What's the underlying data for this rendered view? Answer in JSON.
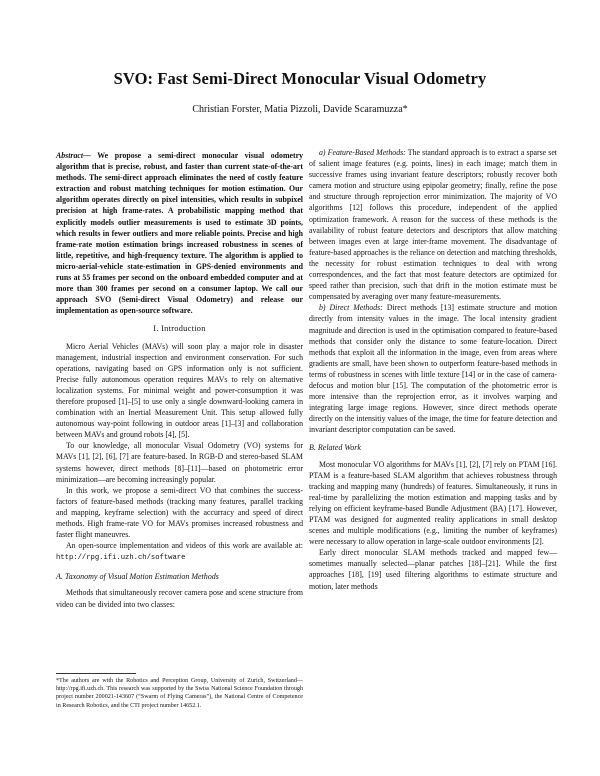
{
  "title": "SVO: Fast Semi-Direct Monocular Visual Odometry",
  "authors": "Christian Forster, Matia Pizzoli, Davide Scaramuzza*",
  "abstract": {
    "label": "Abstract",
    "text": "— We propose a semi-direct monocular visual odometry algorithm that is precise, robust, and faster than current state-of-the-art methods. The semi-direct approach eliminates the need of costly feature extraction and robust matching techniques for motion estimation. Our algorithm operates directly on pixel intensities, which results in subpixel precision at high frame-rates. A probabilistic mapping method that explicitly models outlier measurements is used to estimate 3D points, which results in fewer outliers and more reliable points. Precise and high frame-rate motion estimation brings increased robustness in scenes of little, repetitive, and high-frequency texture. The algorithm is applied to micro-aerial-vehicle state-estimation in GPS-denied environments and runs at 55 frames per second on the onboard embedded computer and at more than 300 frames per second on a consumer laptop. We call our approach SVO (Semi-direct Visual Odometry) and release our implementation as open-source software."
  },
  "intro": {
    "heading": "I. Introduction",
    "p1": "Micro Aerial Vehicles (MAVs) will soon play a major role in disaster management, industrial inspection and environment conservation. For such operations, navigating based on GPS information only is not sufficient. Precise fully autonomous operation requires MAVs to rely on alternative localization systems. For minimal weight and power-consumption it was therefore proposed [1]–[5] to use only a single downward-looking camera in combination with an Inertial Measurement Unit. This setup allowed fully autonomous way-point following in outdoor areas [1]–[3] and collaboration between MAVs and ground robots [4], [5].",
    "p2": "To our knowledge, all monocular Visual Odometry (VO) systems for MAVs [1], [2], [6], [7] are feature-based. In RGB-D and stereo-based SLAM systems however, direct methods [8]–[11]—based on photometric error minimization—are becoming increasingly popular.",
    "p3": "In this work, we propose a semi-direct VO that combines the success-factors of feature-based methods (tracking many features, parallel tracking and mapping, keyframe selection) with the accurracy and speed of direct methods. High frame-rate VO for MAVs promises increased robustness and faster flight maneuvres.",
    "p4_text": "An open-source implementation and videos of this work are available at:",
    "p4_url": "http://rpg.ifi.uzh.ch/software"
  },
  "taxonomy": {
    "heading": "A. Taxonomy of Visual Motion Estimation Methods",
    "p1": "Methods that simultaneously recover camera pose and scene structure from video can be divided into two classes:"
  },
  "footnote": "*The authors are with the Robotics and Perception Group, University of Zurich, Switzerland—http://rpg.ifi.uzh.ch. This research was supported by the Swiss National Science Foundation through project number 200021-143607 (“Swarm of Flying Cameras”), the National Centre of Competence in Research Robotics, and the CTI project number 14652.1.",
  "right": {
    "feature_label": "a) Feature-Based Methods:",
    "feature_text": "The standard approach is to extract a sparse set of salient image features (e.g. points, lines) in each image; match them in successive frames using invariant feature descriptors; robustly recover both camera motion and structure using epipolar geometry; finally, refine the pose and structure through reprojection error minimization. The majority of VO algorithms [12] follows this procedure, independent of the applied optimization framework. A reason for the success of these methods is the availability of robust feature detectors and descriptors that allow matching between images even at large inter-frame movement. The disadvantage of feature-based approaches is the reliance on detection and matching thresholds, the necessity for robust estimation techniques to deal with wrong correspondences, and the fact that most feature detectors are optimized for speed rather than precision, such that drift in the motion estimate must be compensated by averaging over many feature-measurements.",
    "direct_label": "b) Direct Methods:",
    "direct_text": "Direct methods [13] estimate structure and motion directly from intensity values in the image. The local intensity gradient magnitude and direction is used in the optimisation compared to feature-based methods that consider only the distance to some feature-location. Direct methods that exploit all the information in the image, even from areas where gradients are small, have been shown to outperform feature-based methods in terms of robustness in scenes with little texture [14] or in the case of camera-defocus and motion blur [15]. The computation of the photometric error is more intensive than the reprojection error, as it involves warping and integrating large image regions. However, since direct methods operate directly on the intensitiy values of the image, the time for feature detection and invariant descriptor computation can be saved.",
    "related_heading": "B. Related Work",
    "related_p1": "Most monocular VO algorithms for MAVs [1], [2], [7] rely on PTAM [16]. PTAM is a feature-based SLAM algorithm that achieves robustness through tracking and mapping many (hundreds) of features. Simultaneously, it runs in real-time by parallelizing the motion estimation and mapping tasks and by relying on efficient keyframe-based Bundle Adjustment (BA) [17]. However, PTAM was designed for augmented reality applications in small desktop scenes and multiple modifications (e.g., limiting the number of keyframes) were necessary to allow operation in large-scale outdoor environments [2].",
    "related_p2": "Early direct monocular SLAM methods tracked and mapped few—sometimes manually selected—planar patches [18]–[21]. While the first approaches [18], [19] used filtering algorithms to estimate structure and motion, later methods"
  }
}
